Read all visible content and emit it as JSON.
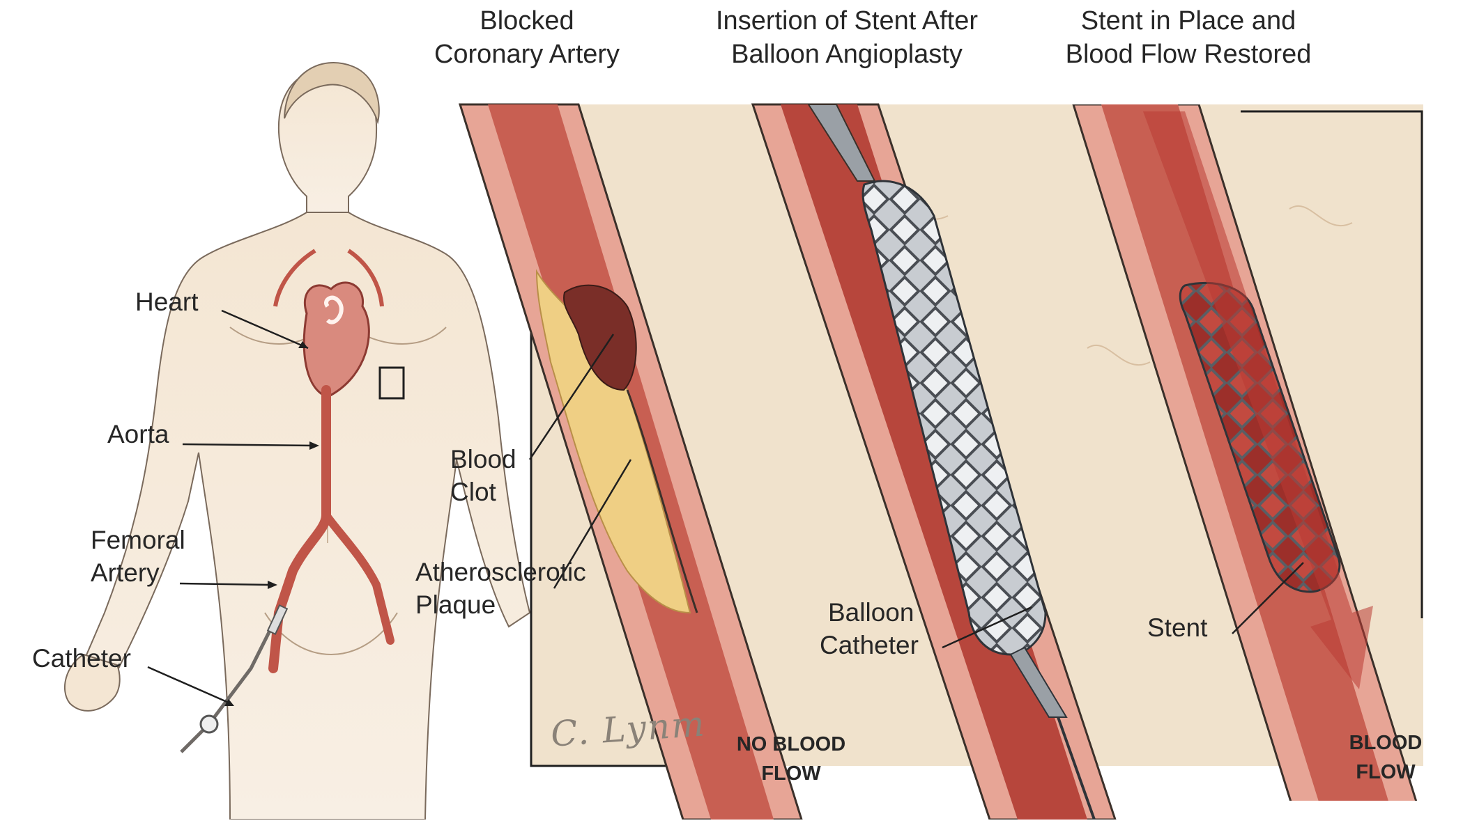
{
  "panels": [
    {
      "title_line1": "Blocked",
      "title_line2": "Coronary Artery"
    },
    {
      "title_line1": "Insertion of Stent After",
      "title_line2": "Balloon Angioplasty"
    },
    {
      "title_line1": "Stent in Place and",
      "title_line2": "Blood Flow Restored"
    }
  ],
  "body_labels": {
    "heart": "Heart",
    "aorta": "Aorta",
    "femoral_line1": "Femoral",
    "femoral_line2": "Artery",
    "catheter": "Catheter"
  },
  "artery_labels": {
    "clot_line1": "Blood",
    "clot_line2": "Clot",
    "plaque_line1": "Atherosclerotic",
    "plaque_line2": "Plaque",
    "balloon_line1": "Balloon",
    "balloon_line2": "Catheter",
    "stent": "Stent"
  },
  "flow_labels": {
    "no_flow_line1": "NO BLOOD",
    "no_flow_line2": "FLOW",
    "flow_line1": "BLOOD",
    "flow_line2": "FLOW"
  },
  "signature": "C. Lynm",
  "colors": {
    "tissue": "#efe0c9",
    "vessel_wall": "#d98a7e",
    "lumen": "#b43c36",
    "plaque": "#efcf84",
    "stent_metal": "#a9aeb4",
    "outline": "#3b302a"
  }
}
